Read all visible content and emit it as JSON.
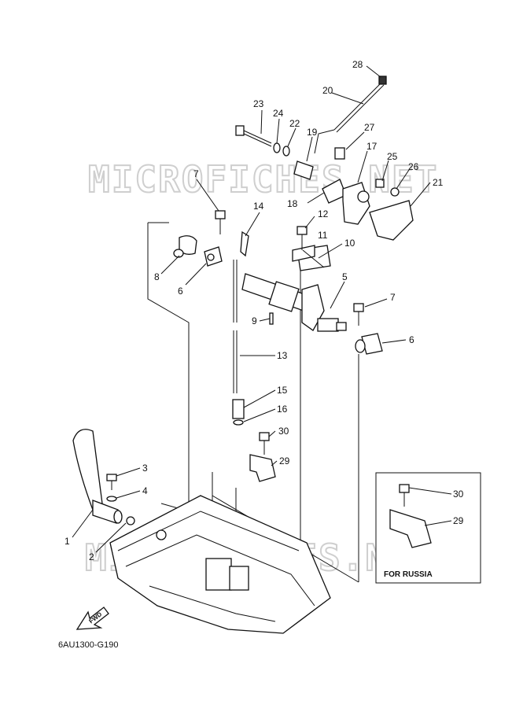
{
  "watermark": "MICROFICHES.NET",
  "diagram_code": "6AU1300-G190",
  "fwd_label": "FWD",
  "russia_box_label": "FOR RUSSIA",
  "part_numbers": {
    "p1": "1",
    "p2": "2",
    "p3": "3",
    "p4": "4",
    "p5": "5",
    "p6a": "6",
    "p6b": "6",
    "p7a": "7",
    "p7b": "7",
    "p8": "8",
    "p9": "9",
    "p10": "10",
    "p11": "11",
    "p12": "12",
    "p13": "13",
    "p14": "14",
    "p15": "15",
    "p16": "16",
    "p17": "17",
    "p18": "18",
    "p19": "19",
    "p20": "20",
    "p21": "21",
    "p22": "22",
    "p23": "23",
    "p24": "24",
    "p25": "25",
    "p26": "26",
    "p27": "27",
    "p28": "28",
    "p29a": "29",
    "p29b": "29",
    "p30a": "30",
    "p30b": "30"
  }
}
